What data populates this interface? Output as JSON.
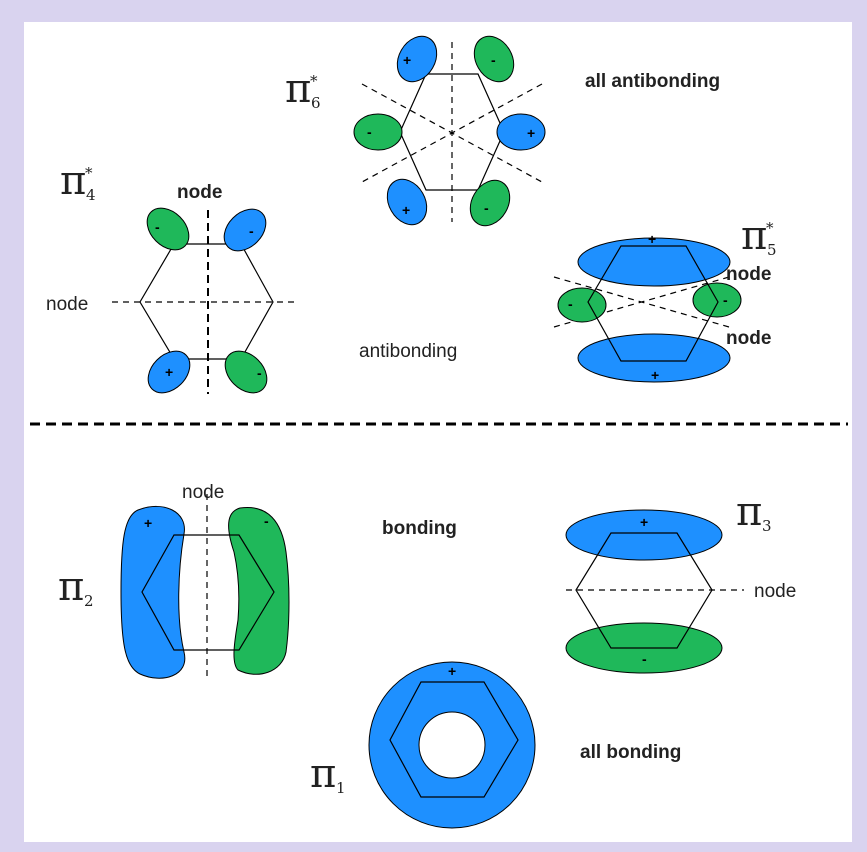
{
  "colors": {
    "positive_lobe": "#1e90ff",
    "negative_lobe": "#1fb85a",
    "background": "#d9d3ef",
    "panel": "#ffffff"
  },
  "labels": {
    "all_antibonding": "all antibonding",
    "antibonding": "antibonding",
    "bonding": "bonding",
    "all_bonding": "all bonding",
    "node": "node"
  },
  "orbitals": [
    {
      "id": "pi6",
      "symbol": "π",
      "sub": "6",
      "star": "*"
    },
    {
      "id": "pi4",
      "symbol": "π",
      "sub": "4",
      "star": "*"
    },
    {
      "id": "pi5",
      "symbol": "π",
      "sub": "5",
      "star": "*"
    },
    {
      "id": "pi2",
      "symbol": "π",
      "sub": "2",
      "star": ""
    },
    {
      "id": "pi3",
      "symbol": "π",
      "sub": "3",
      "star": ""
    },
    {
      "id": "pi1",
      "symbol": "π",
      "sub": "1",
      "star": ""
    }
  ],
  "signs": {
    "plus": "+",
    "minus": "-"
  }
}
